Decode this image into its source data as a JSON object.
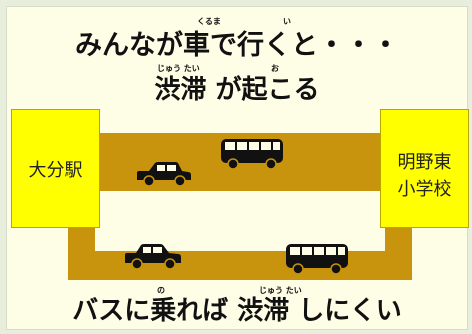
{
  "heading": {
    "line1": "みんなが車で行くと・・・",
    "line2": "渋滞 が起こる",
    "line3": "バスに乗れば 渋滞 しにくい"
  },
  "ruby": {
    "kuruma": "くるま",
    "i": "い",
    "juutai_top": "じゅう たい",
    "o": "お",
    "no": "の",
    "juutai_bottom": "じゅう たい"
  },
  "places": {
    "origin": "大分駅",
    "destination_line1": "明野東",
    "destination_line2": "小学校"
  },
  "icons": {
    "upper_road": [
      "bus-icon",
      "car-icon"
    ],
    "lower_road": [
      "car-icon",
      "bus-icon"
    ]
  },
  "colors": {
    "background": "#fefde6",
    "building": "#ffff00",
    "road": "#c8930d",
    "vehicle": "#111111"
  }
}
